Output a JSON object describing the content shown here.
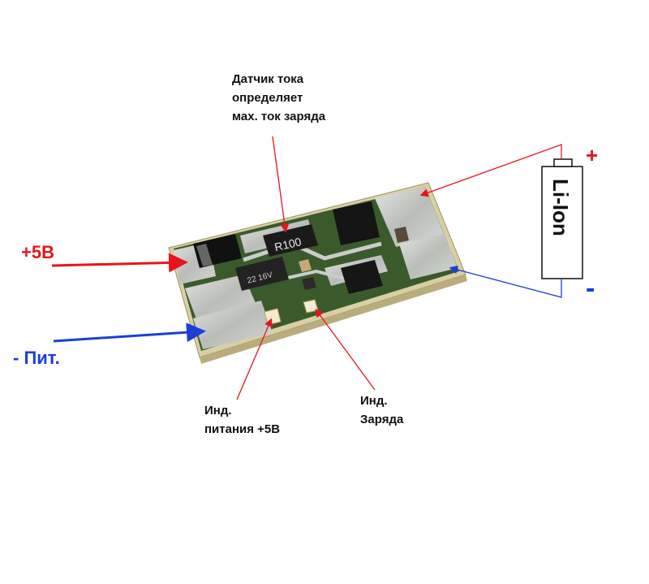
{
  "labels": {
    "current_sensor": [
      "Датчик тока",
      "определяет",
      "мах. ток заряда"
    ],
    "power_in": "+5В",
    "power_gnd": "- Пит.",
    "battery": "Li-Ion",
    "battery_plus": "+",
    "battery_minus": "-",
    "power_indicator": [
      "Инд.",
      "питания +5В"
    ],
    "charge_indicator": [
      "Инд.",
      "Заряда"
    ]
  },
  "components": {
    "sense_resistor": "R100",
    "capacitor": "22 16V"
  },
  "colors": {
    "red": "#e8141c",
    "blue": "#1a3fd8",
    "pcb_green": "#3a5a2c",
    "solder": "#c9ccc8",
    "board_edge": "#d8cfa4"
  }
}
